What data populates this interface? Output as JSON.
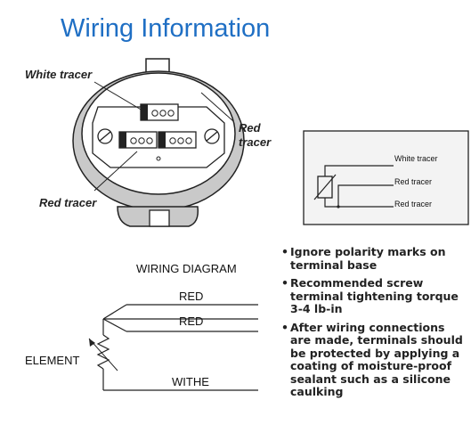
{
  "title": "Wiring Information",
  "head_labels": {
    "white_tracer": "White tracer",
    "red_tracer_top_line1": "Red",
    "red_tracer_top_line2": "tracer",
    "red_tracer_bottom": "Red tracer"
  },
  "box_labels": {
    "white_tracer": "White tracer",
    "red_tracer_1": "Red tracer",
    "red_tracer_2": "Red tracer"
  },
  "wiring_diagram": {
    "title": "WIRING DIAGRAM",
    "red_1": "RED",
    "red_2": "RED",
    "element": "ELEMENT",
    "withe": "WITHE"
  },
  "notes": [
    "Ignore polarity marks on terminal base",
    "Recommended screw terminal tightening torque 3-4 lb-in",
    "After wiring connections are made, terminals should be protected by applying  a coating of moisture-proof sealant such as a silicone caulking"
  ],
  "colors": {
    "title": "#1f6fc4",
    "box_fill": "#f3f3f3",
    "head_shadow": "#bdbdbd"
  }
}
